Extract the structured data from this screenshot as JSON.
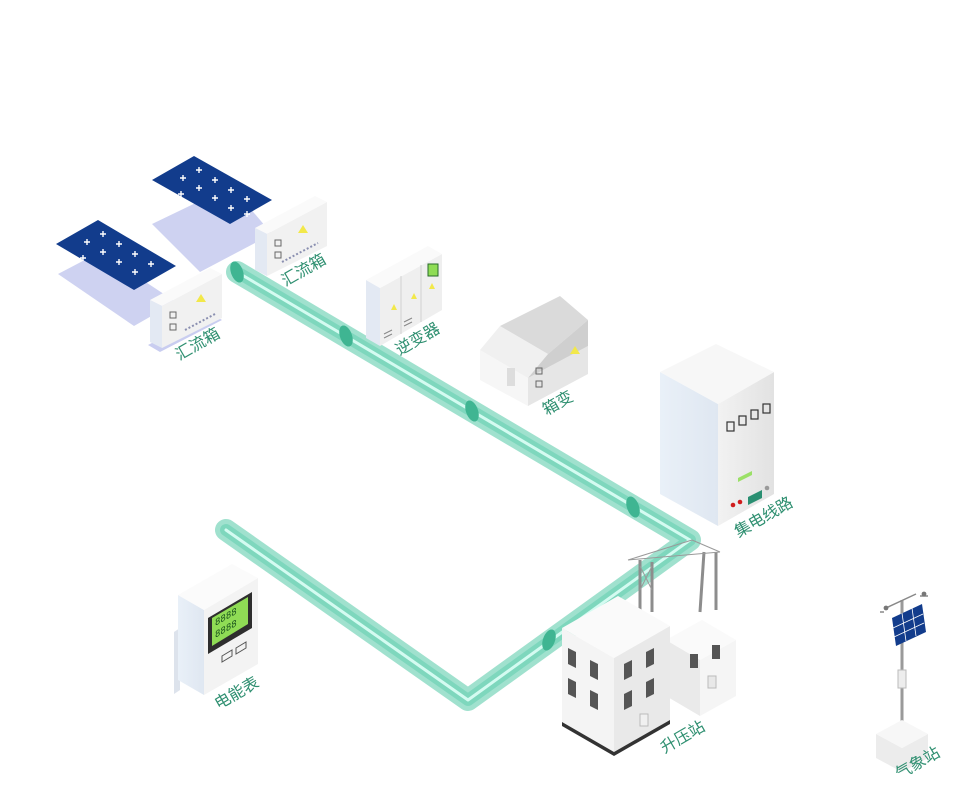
{
  "labels": {
    "combiner_box_1": "汇流箱",
    "combiner_box_2": "汇流箱",
    "inverter": "逆变器",
    "box_transformer": "箱变",
    "collector_line": "集电线路",
    "energy_meter": "电能表",
    "booster_station": "升压站",
    "weather_station": "气象站"
  },
  "meter_display": {
    "row1": "8888",
    "row2": "8888"
  },
  "colors": {
    "pipe": "#7fd9c0",
    "pipe_core": "#b8f5e6",
    "pipe_ring": "#3fb592",
    "solar_panel": "#123c8c",
    "label": "#2e8f70",
    "meter_screen": "#8fdc55"
  }
}
